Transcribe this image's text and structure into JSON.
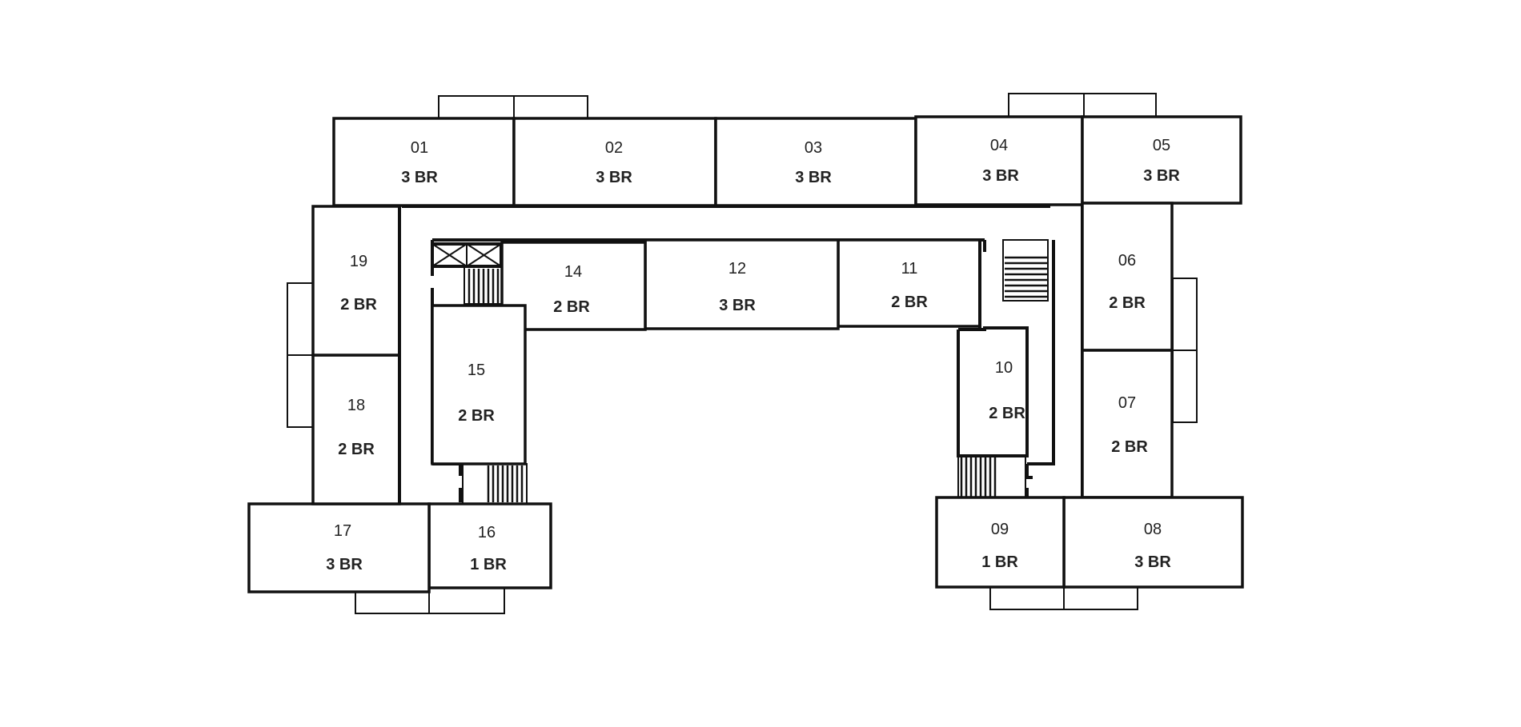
{
  "units": [
    {
      "id": "01",
      "type": "3 BR"
    },
    {
      "id": "02",
      "type": "3 BR"
    },
    {
      "id": "03",
      "type": "3 BR"
    },
    {
      "id": "04",
      "type": "3 BR"
    },
    {
      "id": "05",
      "type": "3 BR"
    },
    {
      "id": "06",
      "type": "2 BR"
    },
    {
      "id": "07",
      "type": "2 BR"
    },
    {
      "id": "08",
      "type": "3 BR"
    },
    {
      "id": "09",
      "type": "1 BR"
    },
    {
      "id": "10",
      "type": "2 BR"
    },
    {
      "id": "11",
      "type": "2 BR"
    },
    {
      "id": "12",
      "type": "3 BR"
    },
    {
      "id": "14",
      "type": "2 BR"
    },
    {
      "id": "15",
      "type": "2 BR"
    },
    {
      "id": "16",
      "type": "1 BR"
    },
    {
      "id": "17",
      "type": "3 BR"
    },
    {
      "id": "18",
      "type": "2 BR"
    },
    {
      "id": "19",
      "type": "2 BR"
    }
  ]
}
